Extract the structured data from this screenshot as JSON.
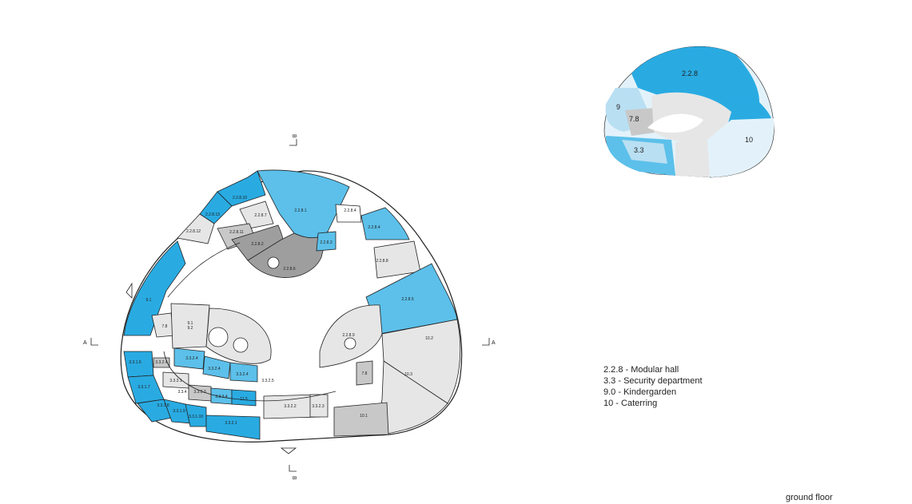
{
  "colors": {
    "blue_dark": "#29abe2",
    "blue_mid": "#5cc0ea",
    "blue_light": "#b9dff2",
    "blue_pale": "#e3f2fa",
    "gray_dark": "#9e9e9e",
    "gray_mid": "#c8c8c8",
    "gray_light": "#e6e6e6",
    "outline": "#222222"
  },
  "section_markers": {
    "a_left": "A",
    "a_right": "A",
    "b_top": "B",
    "b_bottom": "B"
  },
  "rooms": {
    "r_2_2_8_1": "2.2.8.1",
    "r_2_2_8_2": "2.2.8.2",
    "r_2_2_8_3": "2.2.8.3",
    "r_2_2_8_4a": "2.2.8.4",
    "r_2_2_8_4b": "2.2.8.4",
    "r_2_2_8_5": "2.2.8.5",
    "r_2_2_8_6": "2.2.8.6",
    "r_2_2_8_7": "2.2.8.7",
    "r_2_2_8_8": "2.2.8.8",
    "r_2_2_8_9": "2.2.8.9",
    "r_2_2_8_10": "2.2.8.10",
    "r_2_2_8_11": "2.2.8.11",
    "r_2_2_8_12": "2.2.8.12",
    "r_2_2_8_13": "2.2.8.13",
    "r_9_1": "9.1",
    "r_9_1_9_2": "9.1\n9.2",
    "r_7_8a": "7.8",
    "r_7_8b": "7.8",
    "r_10_1": "10.1",
    "r_10_2": "10.2",
    "r_10_3": "10.3",
    "r_3_3_1_6": "3.3.1.6",
    "r_3_3_1_7": "3.3.1.7",
    "r_3_3_1_8": "3.3.1.8",
    "r_3_3_1_9": "3.3.1.9",
    "r_3_3_1_10": "3.3.1.10",
    "r_3_3_2_1": "3.3.2.1",
    "r_3_3_2_2": "3.3.2.2",
    "r_3_3_2_3": "3.3.2.3",
    "r_3_3_2_4a": "3.3.2.4",
    "r_3_3_2_4b": "3.3.2.4",
    "r_3_3_2_4c": "3.3.2.4",
    "r_3_3_2_4d": "3.3.2.4",
    "r_3_3_2_5": "3.3.2.5",
    "r_3_3_3_1": "3.3.3.1",
    "r_3_3_3_4": "3.3.3.4",
    "r_3_3_4": "3.3.4",
    "r_3_3_3_3": "3.3.3.3",
    "r_11_5": "11.5"
  },
  "key_plan": {
    "zone_2_2_8": "2.2.8",
    "zone_9": "9",
    "zone_7_8": "7.8",
    "zone_3_3": "3.3",
    "zone_10": "10"
  },
  "legend": [
    "2.2.8 - Modular hall",
    "3.3 - Security department",
    "9.0 - Kindergarden",
    "10 - Caterring"
  ],
  "caption": "ground floor"
}
